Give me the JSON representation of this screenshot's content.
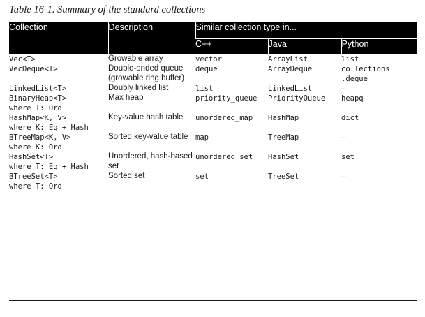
{
  "caption": "Table 16-1. Summary of the standard collections",
  "table": {
    "columns": [
      {
        "key": "collection",
        "label": "Collection"
      },
      {
        "key": "description",
        "label": "Description"
      },
      {
        "key": "cpp",
        "label": "C++"
      },
      {
        "key": "java",
        "label": "Java"
      },
      {
        "key": "python",
        "label": "Python"
      }
    ],
    "group_header": "Similar collection type in...",
    "rows": [
      {
        "collection": "Vec<T>",
        "description": "Growable array",
        "cpp": "vector",
        "java": "ArrayList",
        "python": "list"
      },
      {
        "collection": "VecDeque<T>",
        "description": "Double-ended queue\n(growable ring buffer)",
        "cpp": "deque",
        "java": "ArrayDeque",
        "python": "collections\n.deque"
      },
      {
        "collection": "LinkedList<T>",
        "description": "Doubly linked list",
        "cpp": "list",
        "java": "LinkedList",
        "python": "—"
      },
      {
        "collection": "BinaryHeap<T>\nwhere T: Ord",
        "description": "Max heap",
        "cpp": "priority_queue",
        "java": "PriorityQueue",
        "python": "heapq"
      },
      {
        "collection": "HashMap<K, V>\nwhere K: Eq + Hash",
        "description": "Key-value hash table",
        "cpp": "unordered_map",
        "java": "HashMap",
        "python": "dict"
      },
      {
        "collection": "BTreeMap<K, V>\nwhere K: Ord",
        "description": "Sorted key-value table",
        "cpp": "map",
        "java": "TreeMap",
        "python": "—"
      },
      {
        "collection": "HashSet<T>\nwhere T: Eq + Hash",
        "description": "Unordered, hash-based\nset",
        "cpp": "unordered_set",
        "java": "HashSet",
        "python": "set"
      },
      {
        "collection": "BTreeSet<T>\nwhere T: Ord",
        "description": "Sorted set",
        "cpp": "set",
        "java": "TreeSet",
        "python": "—"
      }
    ]
  },
  "colors": {
    "header_background": "#000000",
    "header_text": "#ffffff",
    "page_background": "#ffffff",
    "body_text": "#1a1a1a",
    "rule": "#1a1a1a"
  }
}
